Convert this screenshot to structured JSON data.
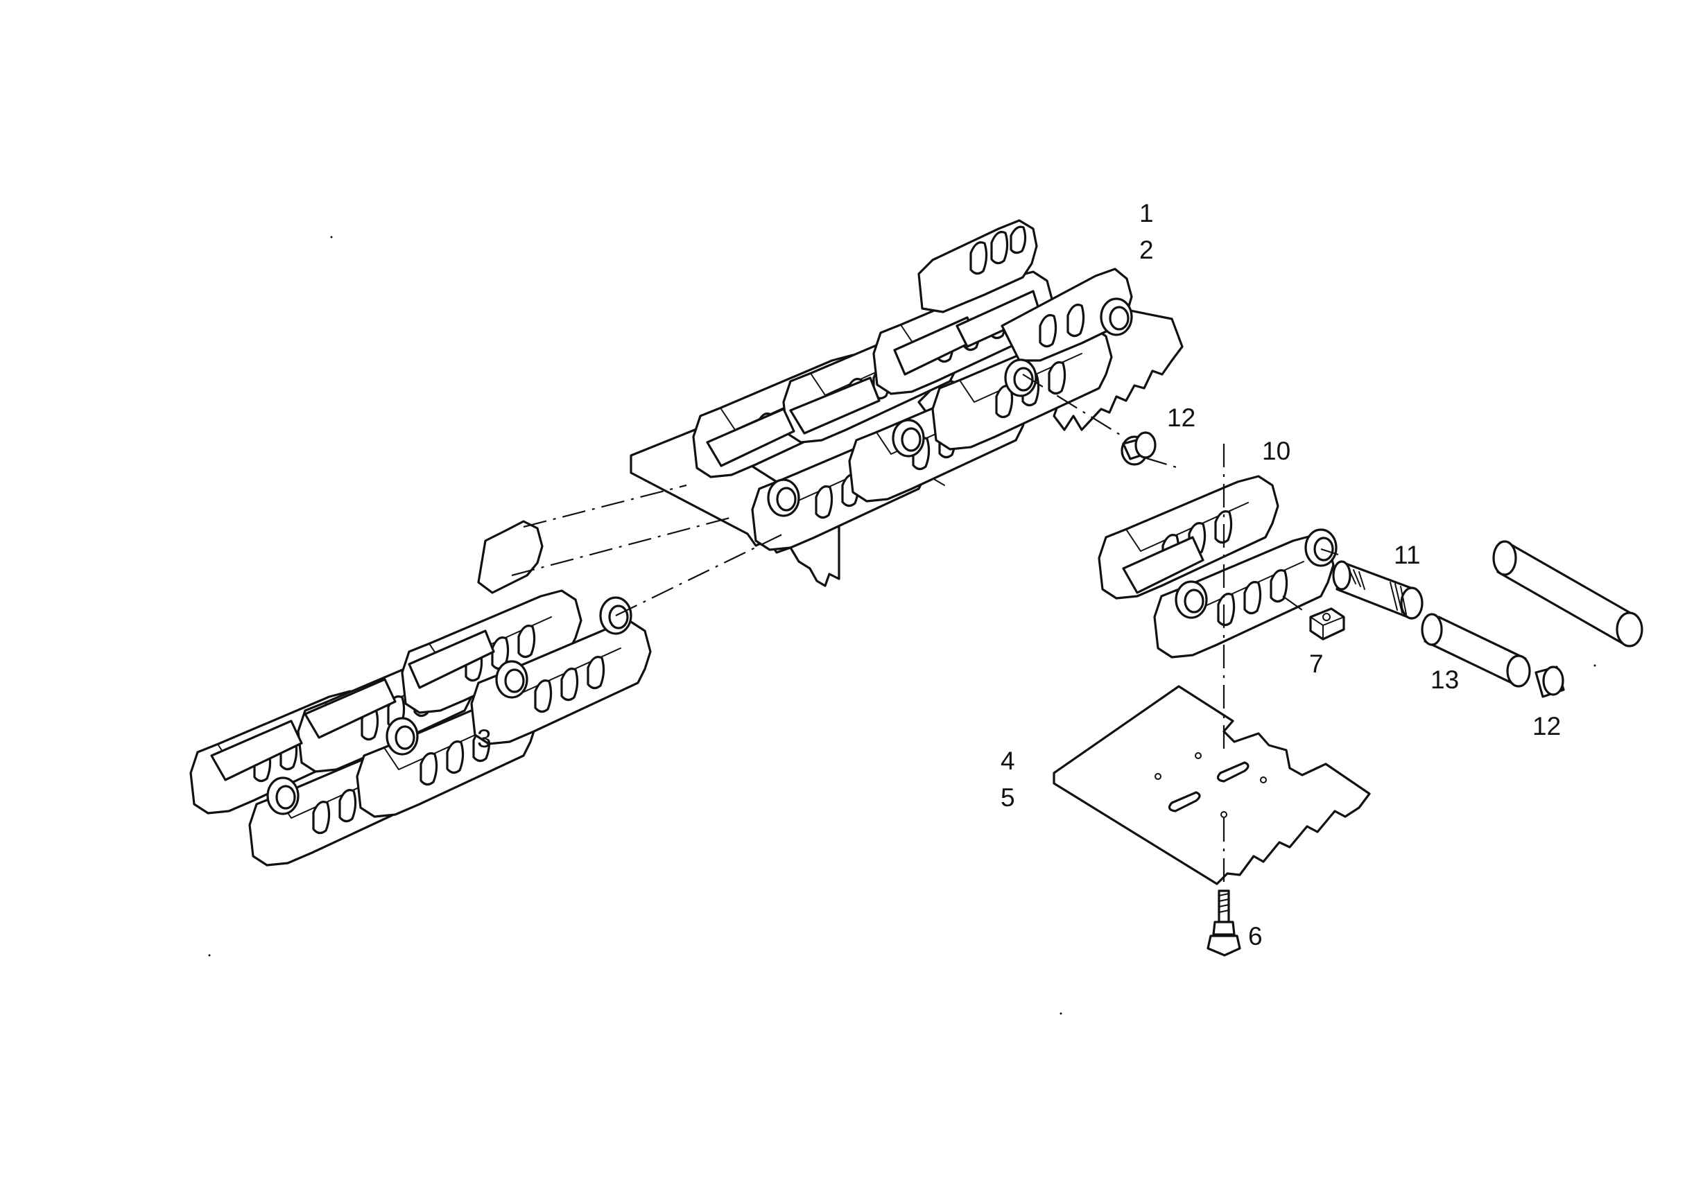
{
  "diagram": {
    "callouts": [
      {
        "id": "c1",
        "label": "1"
      },
      {
        "id": "c2",
        "label": "2"
      },
      {
        "id": "c3",
        "label": "3"
      },
      {
        "id": "c4",
        "label": "4"
      },
      {
        "id": "c5",
        "label": "5"
      },
      {
        "id": "c6",
        "label": "6"
      },
      {
        "id": "c7",
        "label": "7"
      },
      {
        "id": "c10",
        "label": "10"
      },
      {
        "id": "c11",
        "label": "11"
      },
      {
        "id": "c12a",
        "label": "12"
      },
      {
        "id": "c12b",
        "label": "12"
      },
      {
        "id": "c13",
        "label": "13"
      }
    ],
    "colors": {
      "ink": "#111111",
      "paper": "#ffffff"
    }
  }
}
